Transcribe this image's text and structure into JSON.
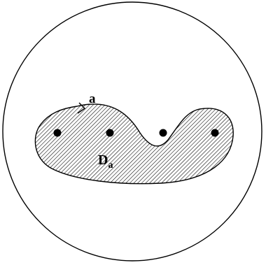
{
  "diagram": {
    "curve_label": "a",
    "region_label_main": "D",
    "region_label_sub": "a",
    "puncture_count": 4,
    "colors": {
      "stroke": "#000000",
      "hatch": "#000000",
      "background": "#ffffff"
    }
  }
}
